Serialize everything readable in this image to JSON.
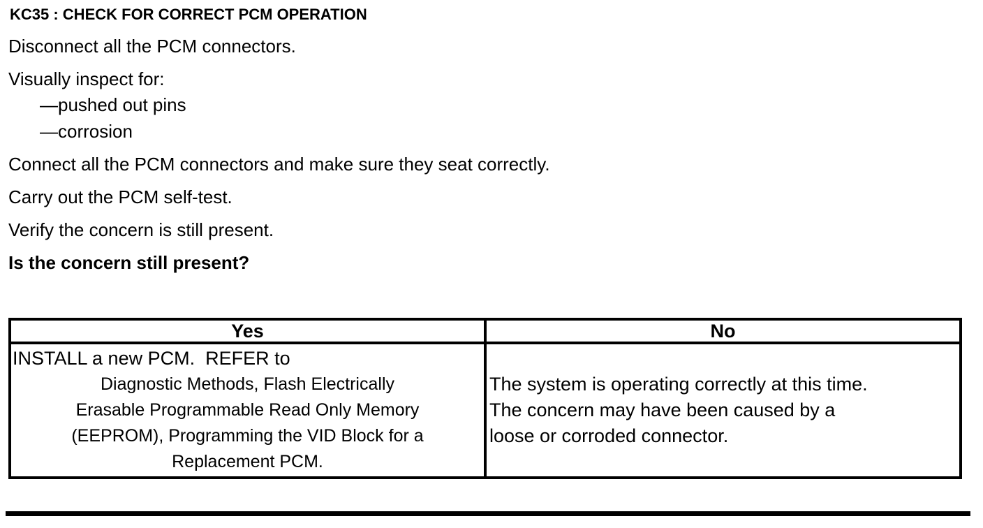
{
  "content": {
    "title": "KC35 : CHECK FOR CORRECT PCM OPERATION",
    "instructions": {
      "disconnect": "Disconnect all the PCM connectors.",
      "inspect_intro": "Visually inspect for:",
      "inspect_items": [
        "—pushed out pins",
        "—corrosion"
      ],
      "reconnect": "Connect all the PCM connectors and make sure they seat correctly.",
      "self_test": "Carry out the PCM self-test.",
      "verify": "Verify the concern is still present.",
      "question": "Is the concern still present?"
    },
    "result_table": {
      "headers": [
        "Yes",
        "No"
      ],
      "yes_lines": [
        "INSTALL a new PCM.  REFER to",
        "Diagnostic Methods, Flash Electrically",
        "Erasable Programmable Read Only Memory",
        "(EEPROM), Programming the VID Block for a",
        "Replacement PCM."
      ],
      "no_lines": [
        "The system is operating correctly at this time.",
        "The concern may have been caused by a",
        "loose or corroded connector."
      ]
    },
    "colors": {
      "text": "#000000",
      "background": "#ffffff",
      "table_border": "#000000",
      "divider_rule": "#000000"
    }
  }
}
